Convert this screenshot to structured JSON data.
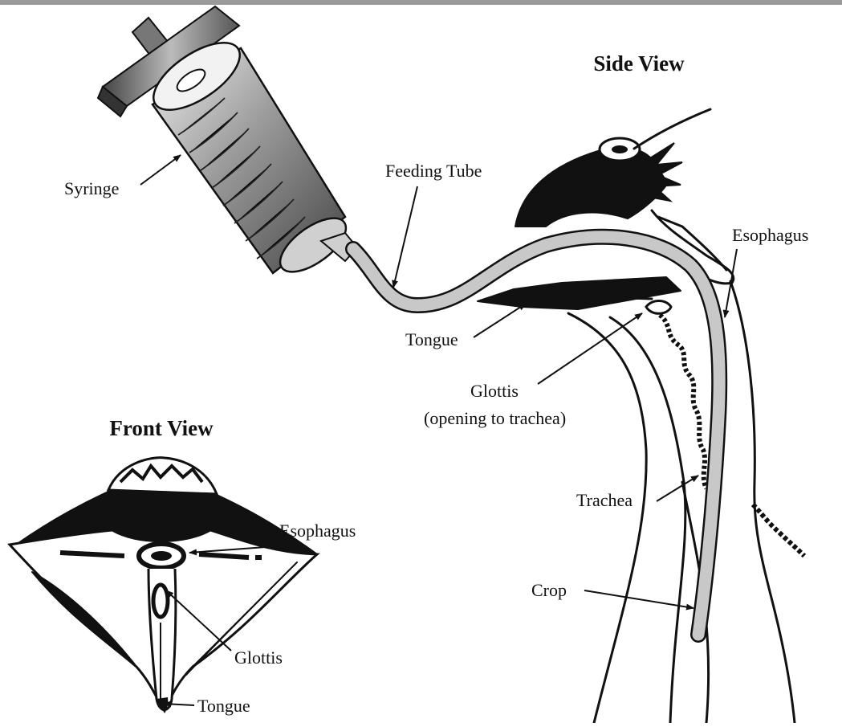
{
  "headings": {
    "side_view": "Side View",
    "front_view": "Front View"
  },
  "side_labels": {
    "syringe": "Syringe",
    "feeding_tube": "Feeding Tube",
    "esophagus": "Esophagus",
    "tongue": "Tongue",
    "glottis": "Glottis",
    "glottis_note": "(opening to trachea)",
    "trachea": "Trachea",
    "crop": "Crop"
  },
  "front_labels": {
    "esophagus": "Esophagus",
    "glottis": "Glottis",
    "tongue": "Tongue"
  },
  "colors": {
    "ink": "#111111",
    "tube_gray": "#c8c8c8",
    "syringe_dark": "#555555",
    "syringe_light": "#e6e6e6"
  }
}
